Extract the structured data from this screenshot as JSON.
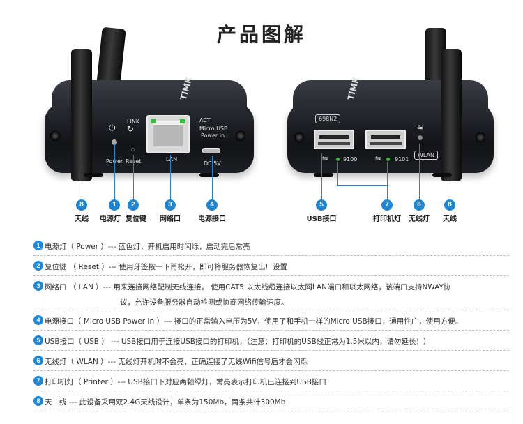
{
  "title": "产品图解",
  "left_device": {
    "brand": "TIMK",
    "silk": {
      "link": "LINK",
      "act": "ACT",
      "micro_usb": "Micro USB",
      "power_in": "Power in",
      "power": "Power",
      "reset": "Reset",
      "lan": "LAN",
      "dc5v": "DC 5V"
    }
  },
  "right_device": {
    "brand": "TIMK",
    "model": "698N2",
    "silk": {
      "led1": "9100",
      "led2": "9101",
      "wlan": "WLAN"
    }
  },
  "callouts_left": [
    {
      "num": "8",
      "label": "天线"
    },
    {
      "num": "1",
      "label": "电源灯"
    },
    {
      "num": "2",
      "label": "复位键"
    },
    {
      "num": "3",
      "label": "网络口"
    },
    {
      "num": "4",
      "label": "电源接口"
    }
  ],
  "callouts_right": [
    {
      "num": "5",
      "label": "USB接口"
    },
    {
      "num": "7",
      "label": "打印机灯"
    },
    {
      "num": "6",
      "label": "无线灯"
    },
    {
      "num": "8",
      "label": "天线"
    }
  ],
  "descriptions": [
    {
      "num": "1",
      "text": "电源灯（ Power ）--- 蓝色灯，开机启用时闪烁，启动完后常亮"
    },
    {
      "num": "2",
      "text": "复位键 （ Reset ）--- 使用牙签按一下再松开，即可将服务器恢复出厂设置"
    },
    {
      "num": "3",
      "text": "网络口 （ LAN ）--- 用来连接网络配制无线连接， 使用CAT5 以太线缆连接以太网LAN端口和以太网络，该端口支持NWAY协",
      "text2": "议，允许设备服务器自动检测或协商网络传输速度。"
    },
    {
      "num": "4",
      "text": "电源接口（ Micro USB Power In ）--- 接口的正常输入电压为5V，使用了和手机一样的Micro USB接口，通用性广，使用方便。"
    },
    {
      "num": "5",
      "text": "USB接口（ USB ） --- USB接口用于连接USB接口的打印机，（注意：打印机的USB线正常为1.5米以内，请勿延长！）"
    },
    {
      "num": "6",
      "text": "无线灯（ WLAN ）--- 无线灯开机时不会亮，正确连接了无线Wifi信号后才会闪烁"
    },
    {
      "num": "7",
      "text": "打印机灯（ Printer ）--- USB接口下对应两颗绿灯，常亮表示打印机已连接到USB接口"
    },
    {
      "num": "8",
      "text": "天　线 --- 此设备采用双2.4G天线设计，单条为150Mb，两条共计300Mb"
    }
  ],
  "colors": {
    "accent": "#1d87d6",
    "device": "#1b1c20"
  }
}
